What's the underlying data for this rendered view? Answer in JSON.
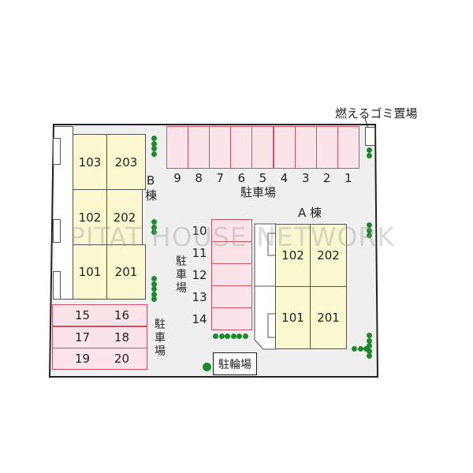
{
  "garbage_label": "燃えるゴミ置場",
  "parking_label": "駐車場",
  "bike_parking_label": "駐輪場",
  "watermark": "PITAT HOUSE NETWORK",
  "building_b": {
    "label_letter": "B",
    "label_kanji": "棟",
    "units": [
      [
        "103",
        "203"
      ],
      [
        "102",
        "202"
      ],
      [
        "101",
        "201"
      ]
    ]
  },
  "building_a": {
    "label": "A 棟",
    "units": [
      [
        "102",
        "202"
      ],
      [
        "101",
        "201"
      ]
    ]
  },
  "parking_top": [
    "9",
    "8",
    "7",
    "6",
    "5",
    "4",
    "3",
    "2",
    "1"
  ],
  "parking_middle": [
    "10",
    "11",
    "12",
    "13",
    "14"
  ],
  "parking_left": [
    [
      "15",
      "16"
    ],
    [
      "17",
      "18"
    ],
    [
      "19",
      "20"
    ]
  ],
  "colors": {
    "parking_fill": "#fce4ea",
    "parking_border": "#d05060",
    "unit_fill": "#fbf7cf",
    "tree": "#1a8a2a",
    "ground": "#f0f0f0"
  }
}
